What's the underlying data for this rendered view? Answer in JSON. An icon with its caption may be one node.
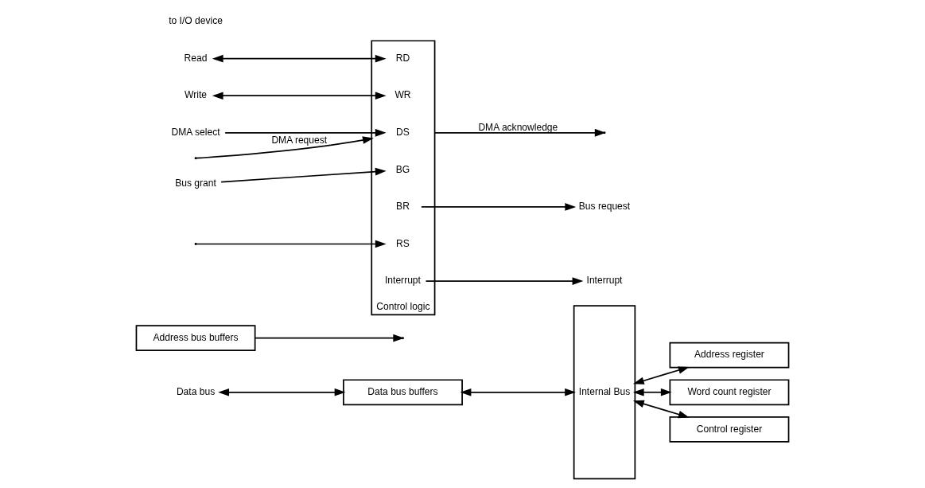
{
  "diagram": {
    "nodes": [
      {
        "text": [
          "Data bus"
        ]
      },
      {
        "text": [
          "Data bus buffers"
        ]
      },
      {
        "text": [
          "Internal Bus"
        ]
      },
      {
        "text": [
          "Address bus buffers"
        ]
      },
      {
        "text": [
          "Address register"
        ]
      },
      {
        "text": [
          "Word count register"
        ]
      },
      {
        "text": [
          "Control register"
        ]
      },
      {
        "text": [
          "Control logic"
        ]
      },
      {
        "text": [
          "DS"
        ],
        "in": 7
      },
      {
        "text": [
          "RS"
        ],
        "in": 7
      },
      {
        "text": [
          "RD"
        ],
        "in": 7
      },
      {
        "text": [
          "WR"
        ],
        "in": 7
      },
      {
        "text": [
          "BR"
        ],
        "in": 7
      },
      {
        "text": [
          "BG"
        ],
        "in": 7
      },
      {
        "text": [
          "Interrupt"
        ],
        "in": 7
      },
      {
        "text": [
          "DMA select"
        ]
      },
      {
        "text": [
          "Read"
        ]
      },
      {
        "text": [
          "Write"
        ]
      },
      {
        "text": [
          "Bus request"
        ]
      },
      {
        "text": [
          "Bus grant"
        ]
      },
      {
        "text": [
          "Interrupt"
        ]
      }
    ],
    "edges": [
      {
        "from": 0,
        "to": 1,
        "arrow": "both"
      },
      {
        "from": 1,
        "to": 2,
        "arrow": "both"
      },
      {
        "from": 3,
        "to": null,
        "arrow": "to"
      },
      {
        "from": 2,
        "to": 4,
        "arrow": "both"
      },
      {
        "from": 2,
        "to": 5,
        "arrow": "both"
      },
      {
        "from": 2,
        "to": 6,
        "arrow": "both"
      },
      {
        "from": 15,
        "to": 8,
        "arrow": "to"
      },
      {
        "from": null,
        "to": 9,
        "arrow": "to"
      },
      {
        "from": 16,
        "to": 10,
        "arrow": "both"
      },
      {
        "from": 17,
        "to": 11,
        "arrow": "both"
      },
      {
        "from": 12,
        "to": 18,
        "arrow": "to"
      },
      {
        "from": 19,
        "to": 13,
        "arrow": "to"
      },
      {
        "from": 14,
        "to": 20,
        "arrow": "to"
      },
      {
        "from": null,
        "to": 7,
        "label": "DMA request",
        "arrow": "to"
      },
      {
        "from": 7,
        "to": null,
        "label": "DMA acknowledge",
        "arrow": "to"
      }
    ],
    "labels": [
      "to I/O device"
    ]
  }
}
